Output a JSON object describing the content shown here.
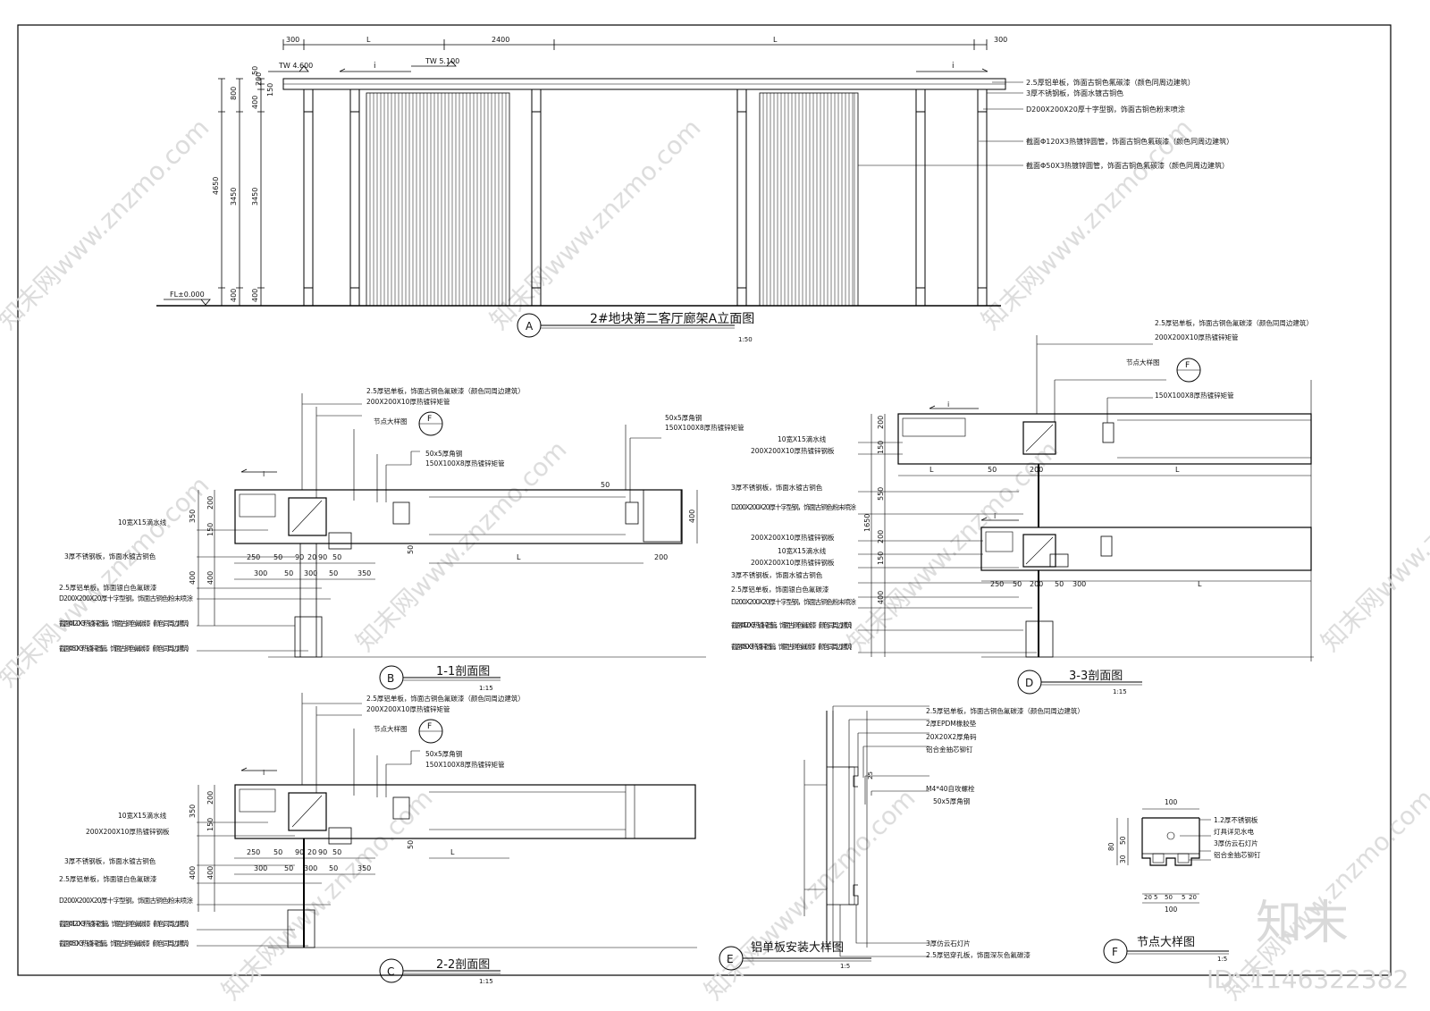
{
  "elevation_A": {
    "title": "2#地块第二客厅廊架A立面图",
    "scale": "1:50",
    "label": "A",
    "top_dims": [
      "300",
      "L",
      "2400",
      "L",
      "300"
    ],
    "left_dims": [
      "4650",
      "800",
      "3450",
      "400",
      "150",
      "200",
      "50",
      "400",
      "3450",
      "400"
    ],
    "levels": [
      "TW 4.600",
      "TW 5.100",
      "FL±0.000"
    ],
    "slope": "i",
    "notes": [
      "2.5厚铝单板，饰面古铜色氟碳漆（颜色同周边建筑）",
      "3厚不锈钢板，饰面水镀古铜色",
      "D200X200X20厚十字型钢，饰面古铜色粉末喷涂",
      "截面Φ120X3热镀锌圆管，饰面古铜色氟碳漆（颜色同周边建筑）",
      "截面Φ50X3热镀锌圆管，饰面古铜色氟碳漆（颜色同周边建筑）"
    ]
  },
  "section_B": {
    "title": "1-1剖面图",
    "scale": "1:15",
    "label": "B",
    "callout": "节点大样图",
    "callout_label": "F",
    "top_notes": [
      "2.5厚铝单板，饰面古铜色氟碳漆（颜色同周边建筑）",
      "200X200X10厚热镀锌矩管",
      "50x5厚角钢",
      "150X100X8厚热镀锌矩管"
    ],
    "right_notes": [
      "50x5厚角钢",
      "150X100X8厚热镀锌矩管"
    ],
    "left_notes": [
      "10宽X15滴水线",
      "3厚不锈钢板，饰面水镀古铜色",
      "2.5厚铝单板，饰面银白色氟碳漆",
      "D200X200X20厚十字型钢，饰面古铜色粉末喷涂",
      "截面Φ120X3热镀锌圆管，饰面古铜色氟碳漆（颜色同周边建筑）",
      "截面Φ50X3热镀锌圆管，饰面古铜色氟碳漆（颜色同周边建筑）"
    ],
    "dims_h1": [
      "250",
      "50",
      "90",
      "20",
      "90",
      "50"
    ],
    "dims_h2": [
      "300",
      "50",
      "300",
      "50",
      "350"
    ],
    "dims_v": [
      "350",
      "200",
      "150",
      "400",
      "400"
    ],
    "span": "L",
    "right_dims": [
      "200",
      "400",
      "50",
      "50"
    ]
  },
  "section_C": {
    "title": "2-2剖面图",
    "scale": "1:15",
    "label": "C",
    "callout": "节点大样图",
    "callout_label": "F",
    "top_notes": [
      "2.5厚铝单板，饰面古铜色氟碳漆（颜色同周边建筑）",
      "200X200X10厚热镀锌矩管",
      "50x5厚角钢",
      "150X100X8厚热镀锌矩管"
    ],
    "left_notes": [
      "10宽X15滴水线",
      "200X200X10厚热镀锌钢板",
      "3厚不锈钢板，饰面水镀古铜色",
      "2.5厚铝单板，饰面银白色氟碳漆",
      "D200X200X20厚十字型钢，饰面古铜色粉末喷涂",
      "截面Φ120X3热镀锌圆管，饰面古铜色氟碳漆（颜色同周边建筑）",
      "截面Φ50X3热镀锌圆管，饰面古铜色氟碳漆（颜色同周边建筑）"
    ],
    "dims_h1": [
      "250",
      "50",
      "90",
      "20",
      "90",
      "50"
    ],
    "dims_h2": [
      "300",
      "50",
      "300",
      "50",
      "350"
    ],
    "dims_v": [
      "350",
      "200",
      "150",
      "400",
      "400"
    ],
    "span": "L",
    "extra_dim": "50"
  },
  "section_D": {
    "title": "3-3剖面图",
    "scale": "1:15",
    "label": "D",
    "callout": "节点大样图",
    "callout_label": "F",
    "top_notes": [
      "2.5厚铝单板，饰面古铜色氟碳漆（颜色同周边建筑）",
      "200X200X10厚热镀锌矩管",
      "150X100X8厚热镀锌矩管"
    ],
    "left_notes": [
      "10宽X15滴水线",
      "200X200X10厚热镀锌钢板",
      "3厚不锈钢板，饰面水镀古铜色",
      "D200X200X20厚十字型钢，饰面古铜色粉末喷涂",
      "200X200X10厚热镀锌钢板",
      "10宽X15滴水线",
      "200X200X10厚热镀锌钢板",
      "3厚不锈钢板，饰面水镀古铜色",
      "2.5厚铝单板，饰面银白色氟碳漆",
      "D200X200X20厚十字型钢，饰面古铜色粉末喷涂",
      "截面Φ120X3热镀锌圆管，饰面古铜色氟碳漆（颜色同周边建筑）",
      "截面Φ50X3热镀锌圆管，饰面古铜色氟碳漆（颜色同周边建筑）"
    ],
    "dims_upper": [
      "L",
      "50",
      "200",
      "L"
    ],
    "dims_lower": [
      "250",
      "50",
      "200",
      "50",
      "300"
    ],
    "dims_v": [
      "1650",
      "200",
      "150",
      "550",
      "200",
      "150",
      "400"
    ],
    "span": "L"
  },
  "detail_E": {
    "title": "铝单板安装大样图",
    "scale": "1:5",
    "label": "E",
    "notes_top": [
      "2.5厚铝单板，饰面古铜色氟碳漆（颜色同周边建筑）",
      "2厚EPDM橡胶垫",
      "20X20X2厚角码",
      "铝合金抽芯铆钉",
      "M4*40自攻螺栓",
      "50x5厚角钢"
    ],
    "notes_bottom": [
      "3厚仿云石灯片",
      "2.5厚铝穿孔板，饰面深灰色氟碳漆"
    ],
    "dim": "25"
  },
  "detail_F": {
    "title": "节点大样图",
    "scale": "1:5",
    "label": "F",
    "notes": [
      "1.2厚不锈钢板",
      "灯具详见水电",
      "3厚仿云石灯片",
      "铝合金抽芯铆钉"
    ],
    "dim_top": "100",
    "dim_bottom": "100",
    "dims_v": [
      "80",
      "50",
      "30"
    ],
    "dims_bottom_parts": [
      "20",
      "5",
      "50",
      "5",
      "20"
    ]
  },
  "watermark": {
    "text": "知末网www.znzmo.com",
    "logo": "知末",
    "id": "ID: 1146322382"
  }
}
